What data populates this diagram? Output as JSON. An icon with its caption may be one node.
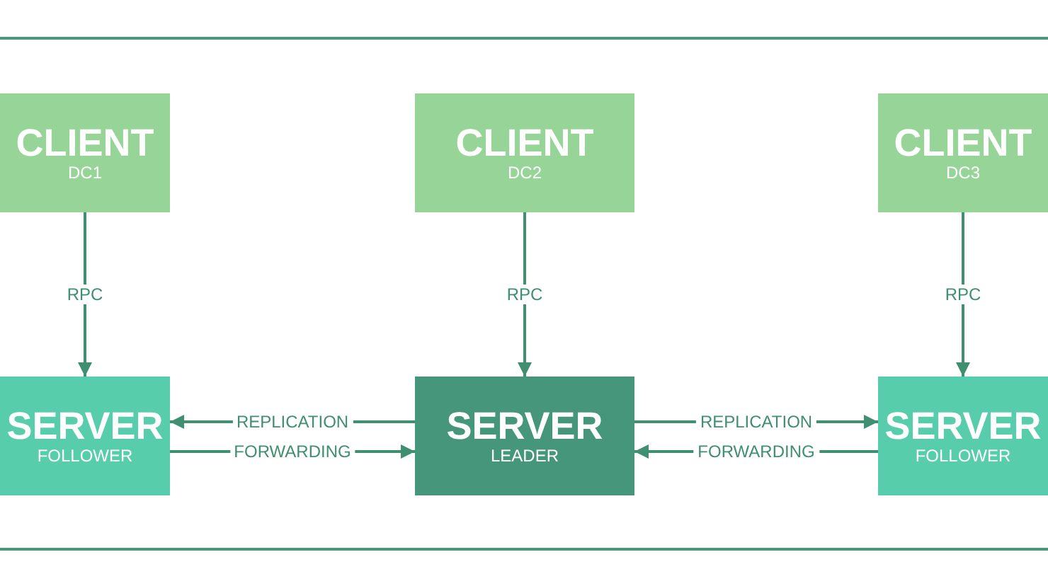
{
  "diagram": {
    "nodes": [
      {
        "text": [
          "CLIENT",
          "DC1"
        ]
      },
      {
        "text": [
          "CLIENT",
          "DC2"
        ]
      },
      {
        "text": [
          "CLIENT",
          "DC3"
        ]
      },
      {
        "text": [
          "SERVER",
          "FOLLOWER"
        ]
      },
      {
        "text": [
          "SERVER",
          "LEADER"
        ]
      },
      {
        "text": [
          "SERVER",
          "FOLLOWER"
        ]
      }
    ],
    "edges": [
      {
        "from": 0,
        "to": 3,
        "arrow": "to",
        "label": "RPC"
      },
      {
        "from": 1,
        "to": 4,
        "arrow": "to",
        "label": "RPC"
      },
      {
        "from": 2,
        "to": 5,
        "arrow": "to",
        "label": "RPC"
      },
      {
        "from": 4,
        "to": 3,
        "arrow": "to",
        "label": "REPLICATION"
      },
      {
        "from": 3,
        "to": 4,
        "arrow": "to",
        "label": "FORWARDING"
      },
      {
        "from": 4,
        "to": 5,
        "arrow": "to",
        "label": "REPLICATION"
      },
      {
        "from": 5,
        "to": 4,
        "arrow": "to",
        "label": "FORWARDING"
      }
    ]
  }
}
